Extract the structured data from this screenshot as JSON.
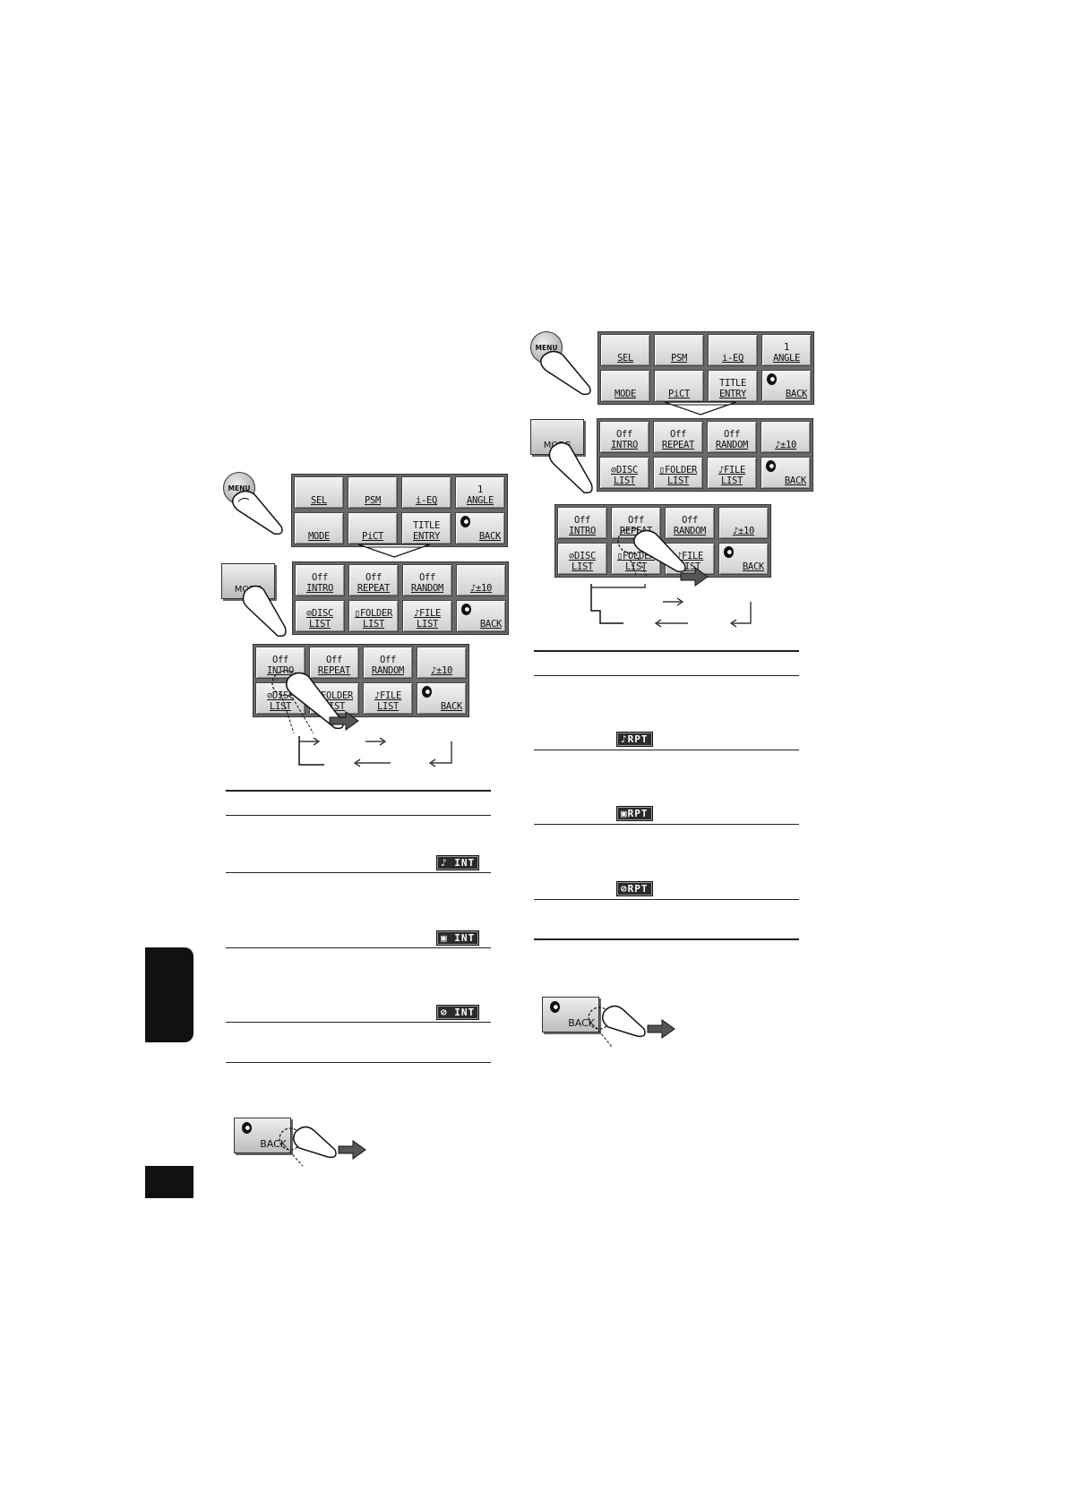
{
  "colors": {
    "tab": "#111111",
    "button_face": "#e6e6e6",
    "panel": "#6a6a6a"
  },
  "menu_screen": {
    "row1": [
      {
        "line1": "",
        "line2": "SEL"
      },
      {
        "line1": "",
        "line2": "PSM"
      },
      {
        "line1": "",
        "line2": "i-EQ"
      },
      {
        "line1": "1",
        "line2": "ANGLE"
      }
    ],
    "row2": [
      {
        "line1": "",
        "line2": "MODE"
      },
      {
        "line1": "",
        "line2": "PiCT"
      },
      {
        "line1": "TITLE",
        "line2": "ENTRY"
      },
      {
        "line1": "",
        "line2": "BACK",
        "icon": "stopwatch-icon"
      }
    ]
  },
  "mode_screen": {
    "row1": [
      {
        "line1": "Off",
        "line2": "INTRO"
      },
      {
        "line1": "Off",
        "line2": "REPEAT"
      },
      {
        "line1": "Off",
        "line2": "RANDOM"
      },
      {
        "line1": "",
        "line2": "♪±10"
      }
    ],
    "row2": [
      {
        "line1": "⊘DISC",
        "line2": "LIST"
      },
      {
        "line1": "▯FOLDER",
        "line2": "LIST"
      },
      {
        "line1": "♪FILE",
        "line2": "LIST"
      },
      {
        "line1": "",
        "line2": "BACK",
        "icon": "stopwatch-icon"
      }
    ]
  },
  "hardware": {
    "menu_label": "MENU",
    "mode_label": "MODE",
    "back_label": "BACK"
  },
  "intro_badges": {
    "track": "♪ INT",
    "folder": "▣ INT",
    "disc": "⊘ INT"
  },
  "repeat_badges": {
    "track": "♪RPT",
    "folder": "▣RPT",
    "disc": "⊘RPT"
  }
}
